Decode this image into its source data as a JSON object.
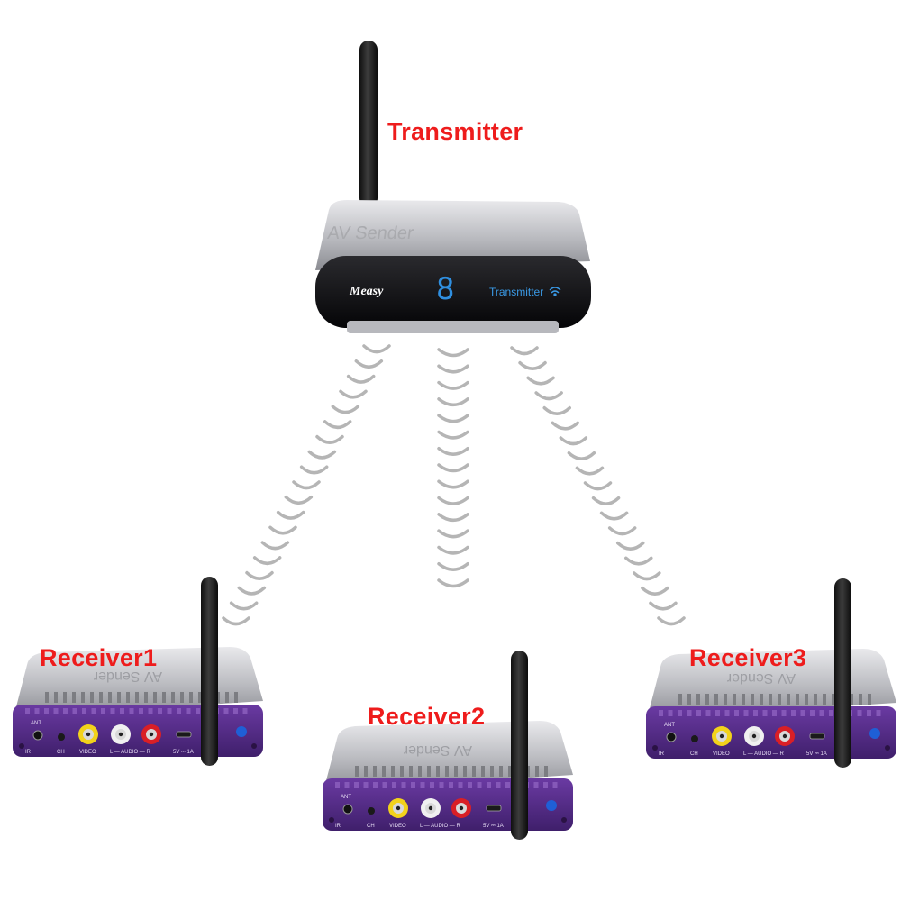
{
  "labels": {
    "transmitter": "Transmitter",
    "receiver1": "Receiver1",
    "receiver2": "Receiver2",
    "receiver3": "Receiver3"
  },
  "transmitter_device": {
    "brand": "Measy",
    "display_digit": "8",
    "panel_text": "Transmitter",
    "top_text": "AV Sender"
  },
  "receiver_device": {
    "top_text": "AV Sender",
    "port_labels": {
      "ant": "ANT",
      "ir": "IR",
      "ch": "CH",
      "video": "VIDEO",
      "audio": "L — AUDIO — R",
      "power": "5V ⎓ 1A"
    }
  },
  "colors": {
    "label_red": "#ee1c1c",
    "display_blue": "#2f8fe0",
    "panel_purple": "#5a2d8c",
    "signal_gray": "#b5b5b5"
  },
  "icons": [
    "wifi-icon",
    "antenna-icon",
    "signal-wave-icon"
  ]
}
